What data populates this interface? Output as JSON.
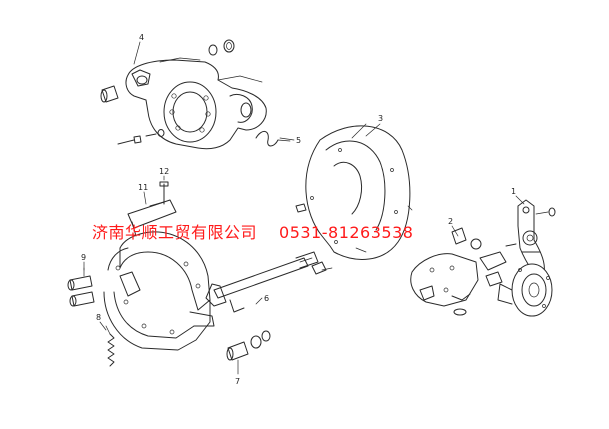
{
  "watermark": {
    "company": "济南华顺工贸有限公司",
    "phone": "0531-81263538",
    "color": "#ff1a1a"
  },
  "callouts": {
    "c1": "1",
    "c2": "2",
    "c3": "3",
    "c4": "4",
    "c5": "5",
    "c6": "6",
    "c7": "7",
    "c8": "8",
    "c9": "9",
    "c11": "11",
    "c12": "12"
  },
  "parts": [
    "spider-housing-icon",
    "dust-shield-icon",
    "slack-adjuster-icon",
    "camshaft-icon",
    "brake-shoe-assembly-icon",
    "spring-icon",
    "lining-pin-icon",
    "chamber-bracket-icon"
  ]
}
